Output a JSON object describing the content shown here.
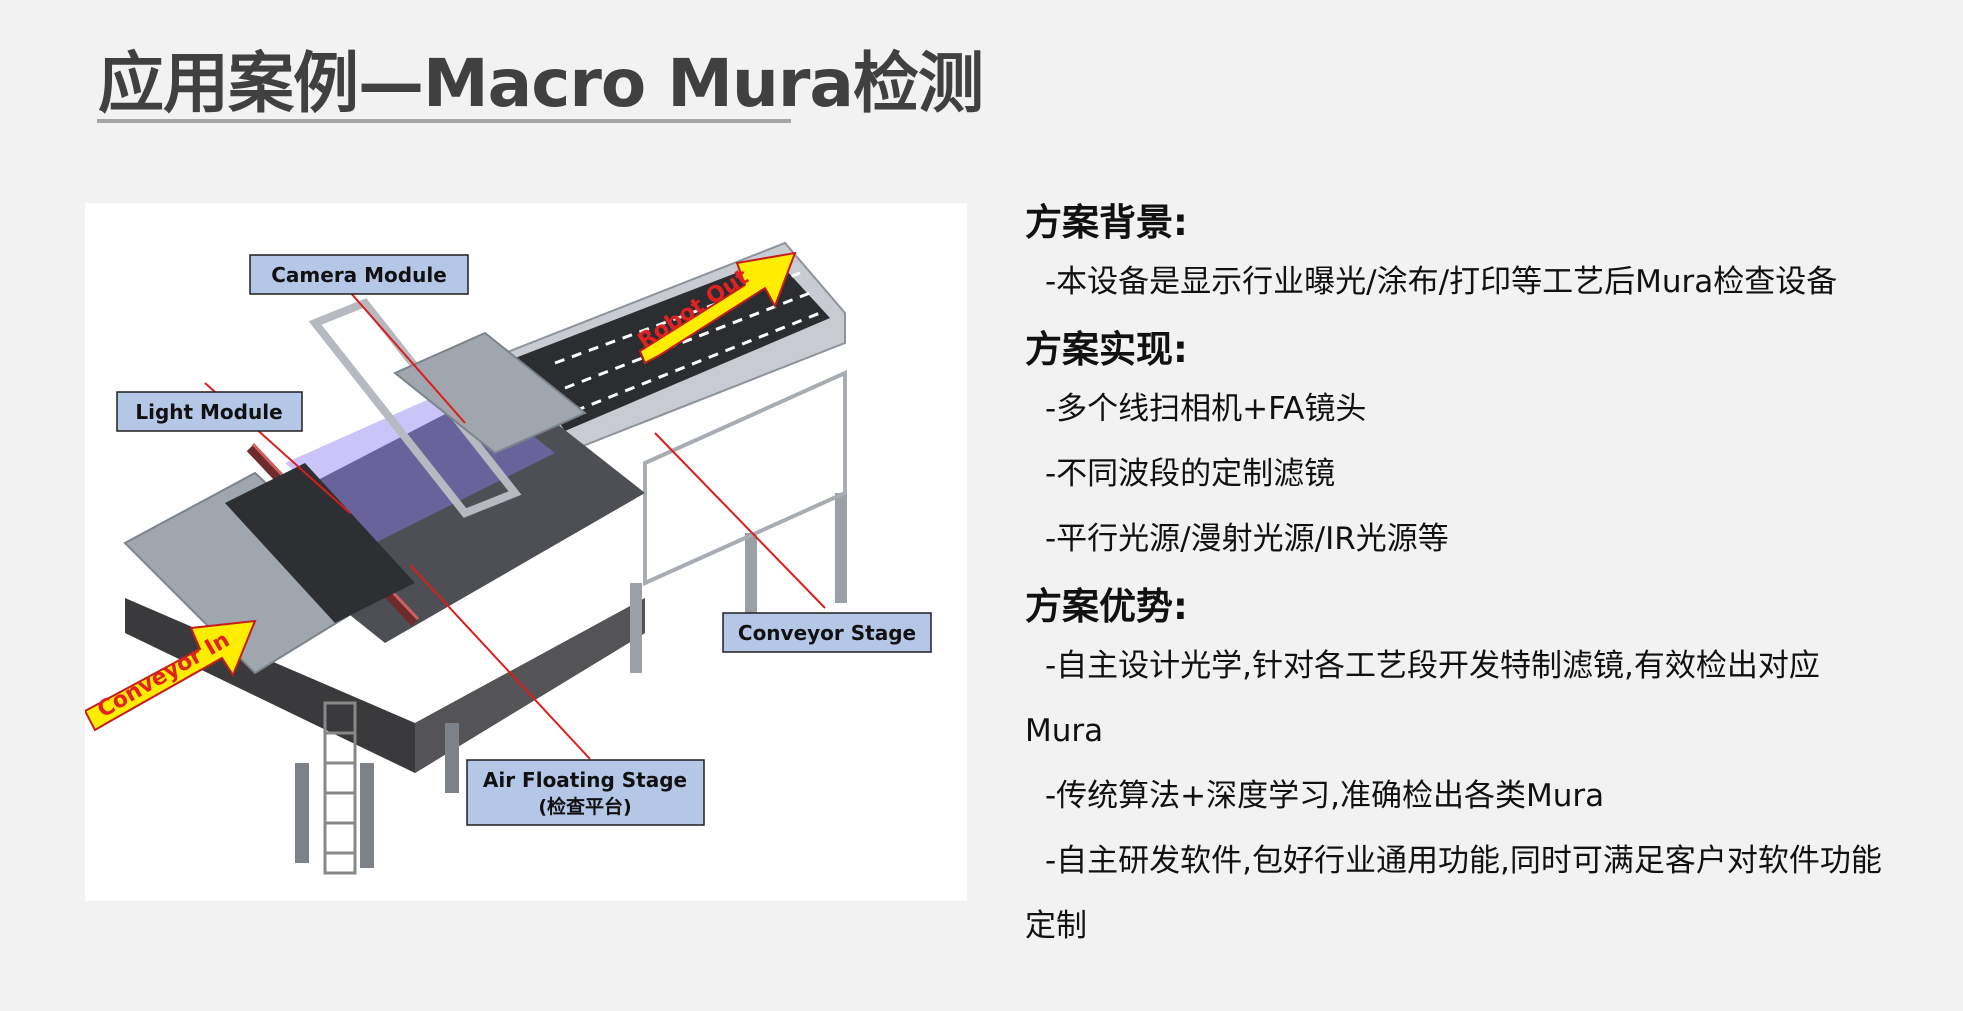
{
  "title": "应用案例—Macro Mura检测",
  "figure": {
    "labels": {
      "camera_module": "Camera Module",
      "light_module": "Light Module",
      "conveyor_stage": "Conveyor Stage",
      "air_floating_stage": "Air Floating Stage",
      "air_floating_stage_sub": "(检查平台)",
      "robot_out": "Robot Out",
      "conveyor_in": "Conveyor In"
    }
  },
  "sections": [
    {
      "heading": "方案背景:",
      "items": [
        "-本设备是显示行业曝光/涂布/打印等工艺后Mura检查设备"
      ]
    },
    {
      "heading": "方案实现:",
      "items": [
        "-多个线扫相机+FA镜头",
        "-不同波段的定制滤镜",
        "-平行光源/漫射光源/IR光源等"
      ]
    },
    {
      "heading": "方案优势:",
      "items": [
        "-自主设计光学,针对各工艺段开发特制滤镜,有效检出对应",
        "Mura",
        "-传统算法+深度学习,准确检出各类Mura",
        "-自主研发软件,包好行业通用功能,同时可满足客户对软件功能",
        "定制"
      ]
    }
  ]
}
